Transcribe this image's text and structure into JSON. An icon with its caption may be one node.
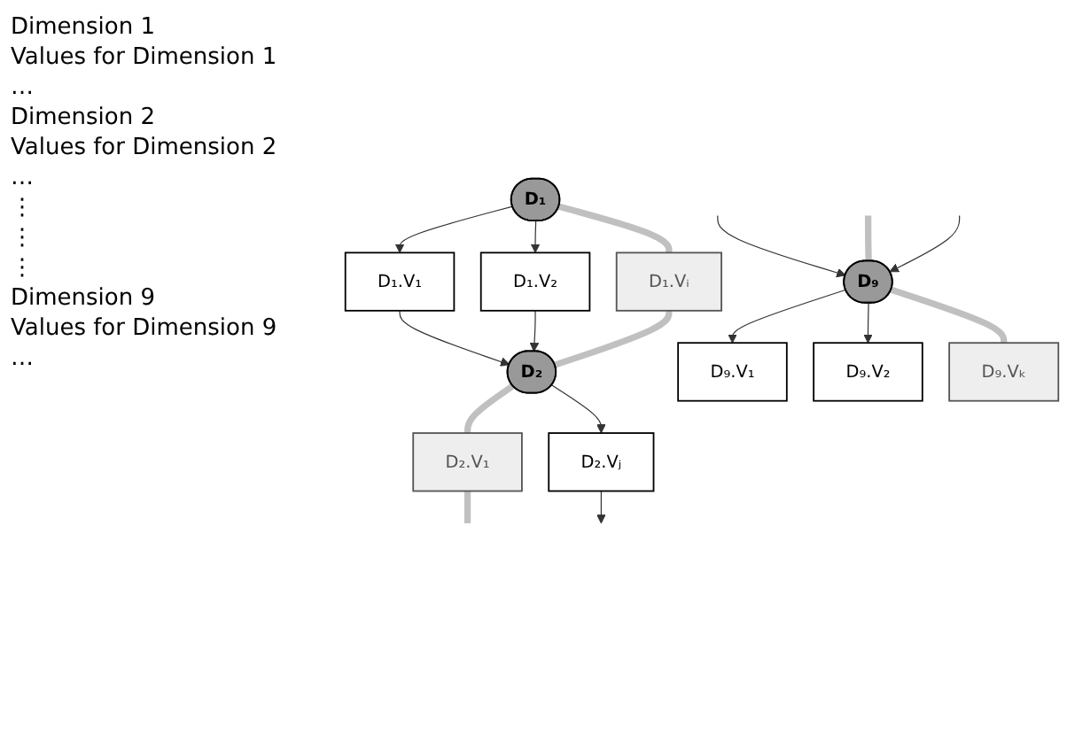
{
  "diagram": {
    "nodes": [
      {
        "text": [
          "D₁"
        ]
      },
      {
        "text": [
          "D₁.V₁"
        ]
      },
      {
        "text": [
          "D₁.V₂"
        ]
      },
      {
        "text": [
          "D₁.Vᵢ"
        ]
      },
      {
        "text": [
          "D₂"
        ]
      },
      {
        "text": [
          "D₂.V₁"
        ]
      },
      {
        "text": [
          "D₂.Vⱼ"
        ]
      },
      {
        "text": [
          "D₉"
        ]
      },
      {
        "text": [
          "D₉.V₁"
        ]
      },
      {
        "text": [
          "D₉.V₂"
        ]
      },
      {
        "text": [
          "D₉.Vₖ"
        ]
      }
    ],
    "edges": [
      {
        "from": 0,
        "to": 1,
        "arrow": "to"
      },
      {
        "from": 0,
        "to": 2,
        "arrow": "to"
      },
      {
        "from": 0,
        "to": 3,
        "arrow": "none",
        "style": "thick",
        "color": "#c0c0c0"
      },
      {
        "from": 1,
        "to": 4,
        "arrow": "to"
      },
      {
        "from": 2,
        "to": 4,
        "arrow": "to"
      },
      {
        "from": 3,
        "to": 4,
        "arrow": "none",
        "style": "thick",
        "color": "#c0c0c0"
      },
      {
        "from": 4,
        "to": 5,
        "arrow": "none",
        "style": "thick",
        "color": "#c0c0c0"
      },
      {
        "from": 4,
        "to": 6,
        "arrow": "to"
      },
      {
        "from": 5,
        "to": null,
        "arrow": "none",
        "style": "thick",
        "color": "#c0c0c0"
      },
      {
        "from": 6,
        "to": null,
        "arrow": "to"
      },
      {
        "from": null,
        "to": 7,
        "arrow": "to"
      },
      {
        "from": null,
        "to": 7,
        "arrow": "none",
        "style": "thick",
        "color": "#c0c0c0"
      },
      {
        "from": null,
        "to": 7,
        "arrow": "to"
      },
      {
        "from": 7,
        "to": 8,
        "arrow": "to"
      },
      {
        "from": 7,
        "to": 9,
        "arrow": "to"
      },
      {
        "from": 7,
        "to": 10,
        "arrow": "none",
        "style": "thick",
        "color": "#c0c0c0"
      }
    ],
    "labels": [
      "Dimension 1",
      "Values for Dimension 1",
      "…",
      "Dimension 2",
      "Values for Dimension 2",
      "…",
      "⋮",
      "⋮",
      "⋮",
      "Dimension 9",
      "Values for Dimension 9",
      "…"
    ]
  }
}
